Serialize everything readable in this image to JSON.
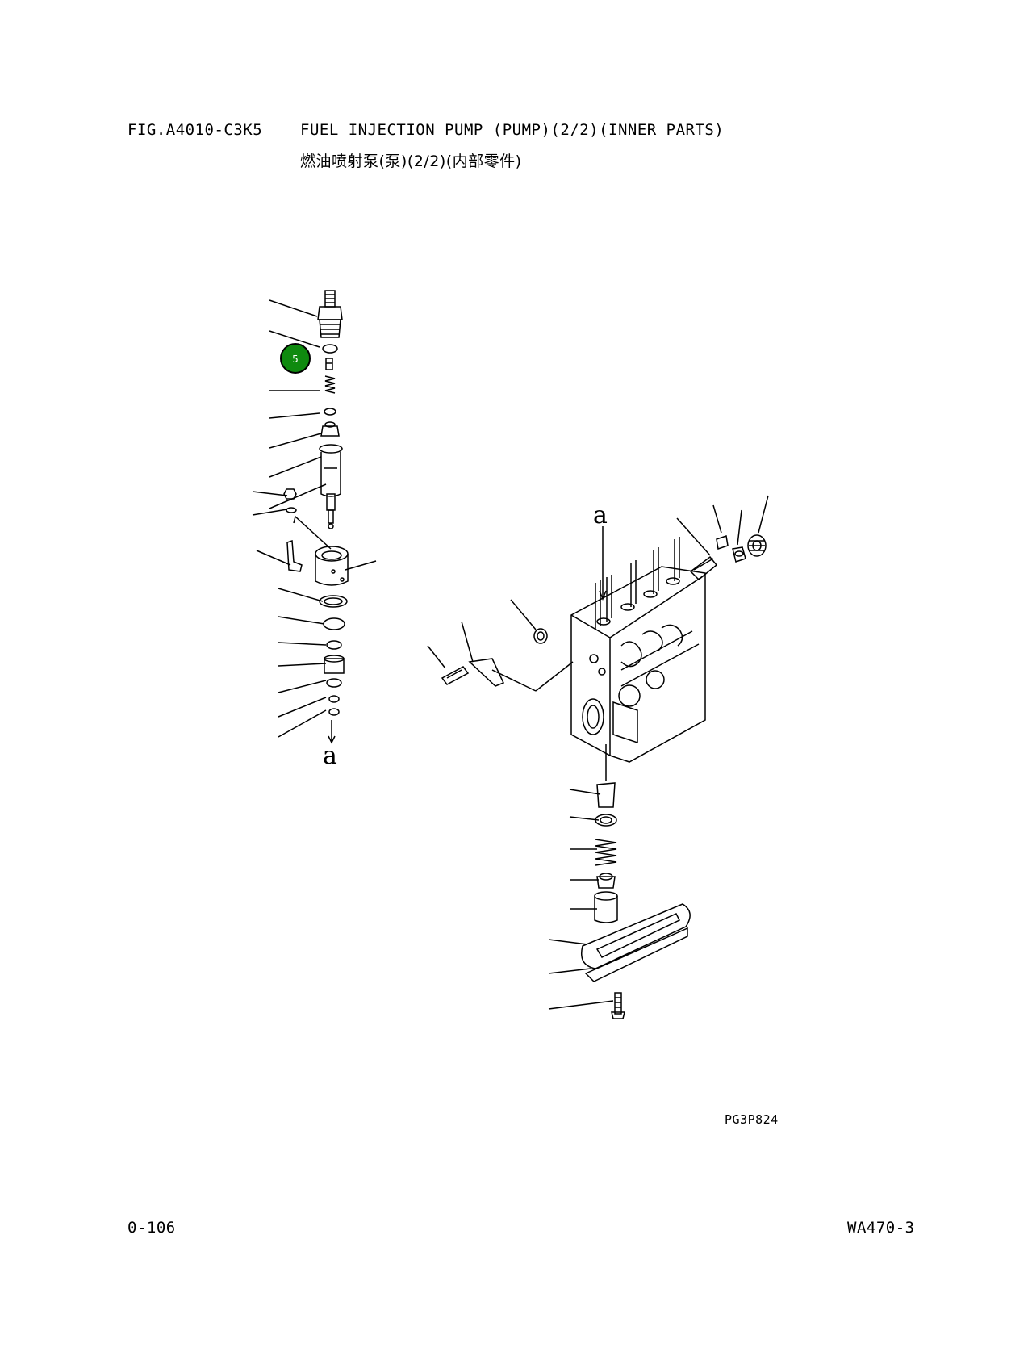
{
  "header": {
    "figure_code": "FIG.A4010-C3K5",
    "title_en": "FUEL INJECTION PUMP (PUMP)(2/2)(INNER PARTS)",
    "title_cn": "燃油喷射泵(泵)(2/2)(内部零件)"
  },
  "diagram": {
    "highlighted_callout": "5",
    "highlight_color": "#0f8a0f",
    "connector_labels": [
      "a",
      "a"
    ]
  },
  "footer": {
    "drawing_ref": "PG3P824",
    "page_number": "0-106",
    "model": "WA470-3"
  }
}
